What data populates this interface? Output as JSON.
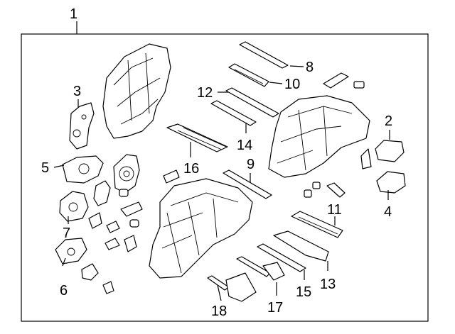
{
  "diagram": {
    "assembly_callout": "1",
    "callouts": [
      {
        "id": "c2",
        "label": "2"
      },
      {
        "id": "c3",
        "label": "3"
      },
      {
        "id": "c4",
        "label": "4"
      },
      {
        "id": "c5",
        "label": "5"
      },
      {
        "id": "c6",
        "label": "6"
      },
      {
        "id": "c7",
        "label": "7"
      },
      {
        "id": "c8",
        "label": "8"
      },
      {
        "id": "c9",
        "label": "9"
      },
      {
        "id": "c10",
        "label": "10"
      },
      {
        "id": "c11",
        "label": "11"
      },
      {
        "id": "c12",
        "label": "12"
      },
      {
        "id": "c13",
        "label": "13"
      },
      {
        "id": "c14",
        "label": "14"
      },
      {
        "id": "c15",
        "label": "15"
      },
      {
        "id": "c16",
        "label": "16"
      },
      {
        "id": "c17",
        "label": "17"
      },
      {
        "id": "c18",
        "label": "18"
      }
    ]
  }
}
